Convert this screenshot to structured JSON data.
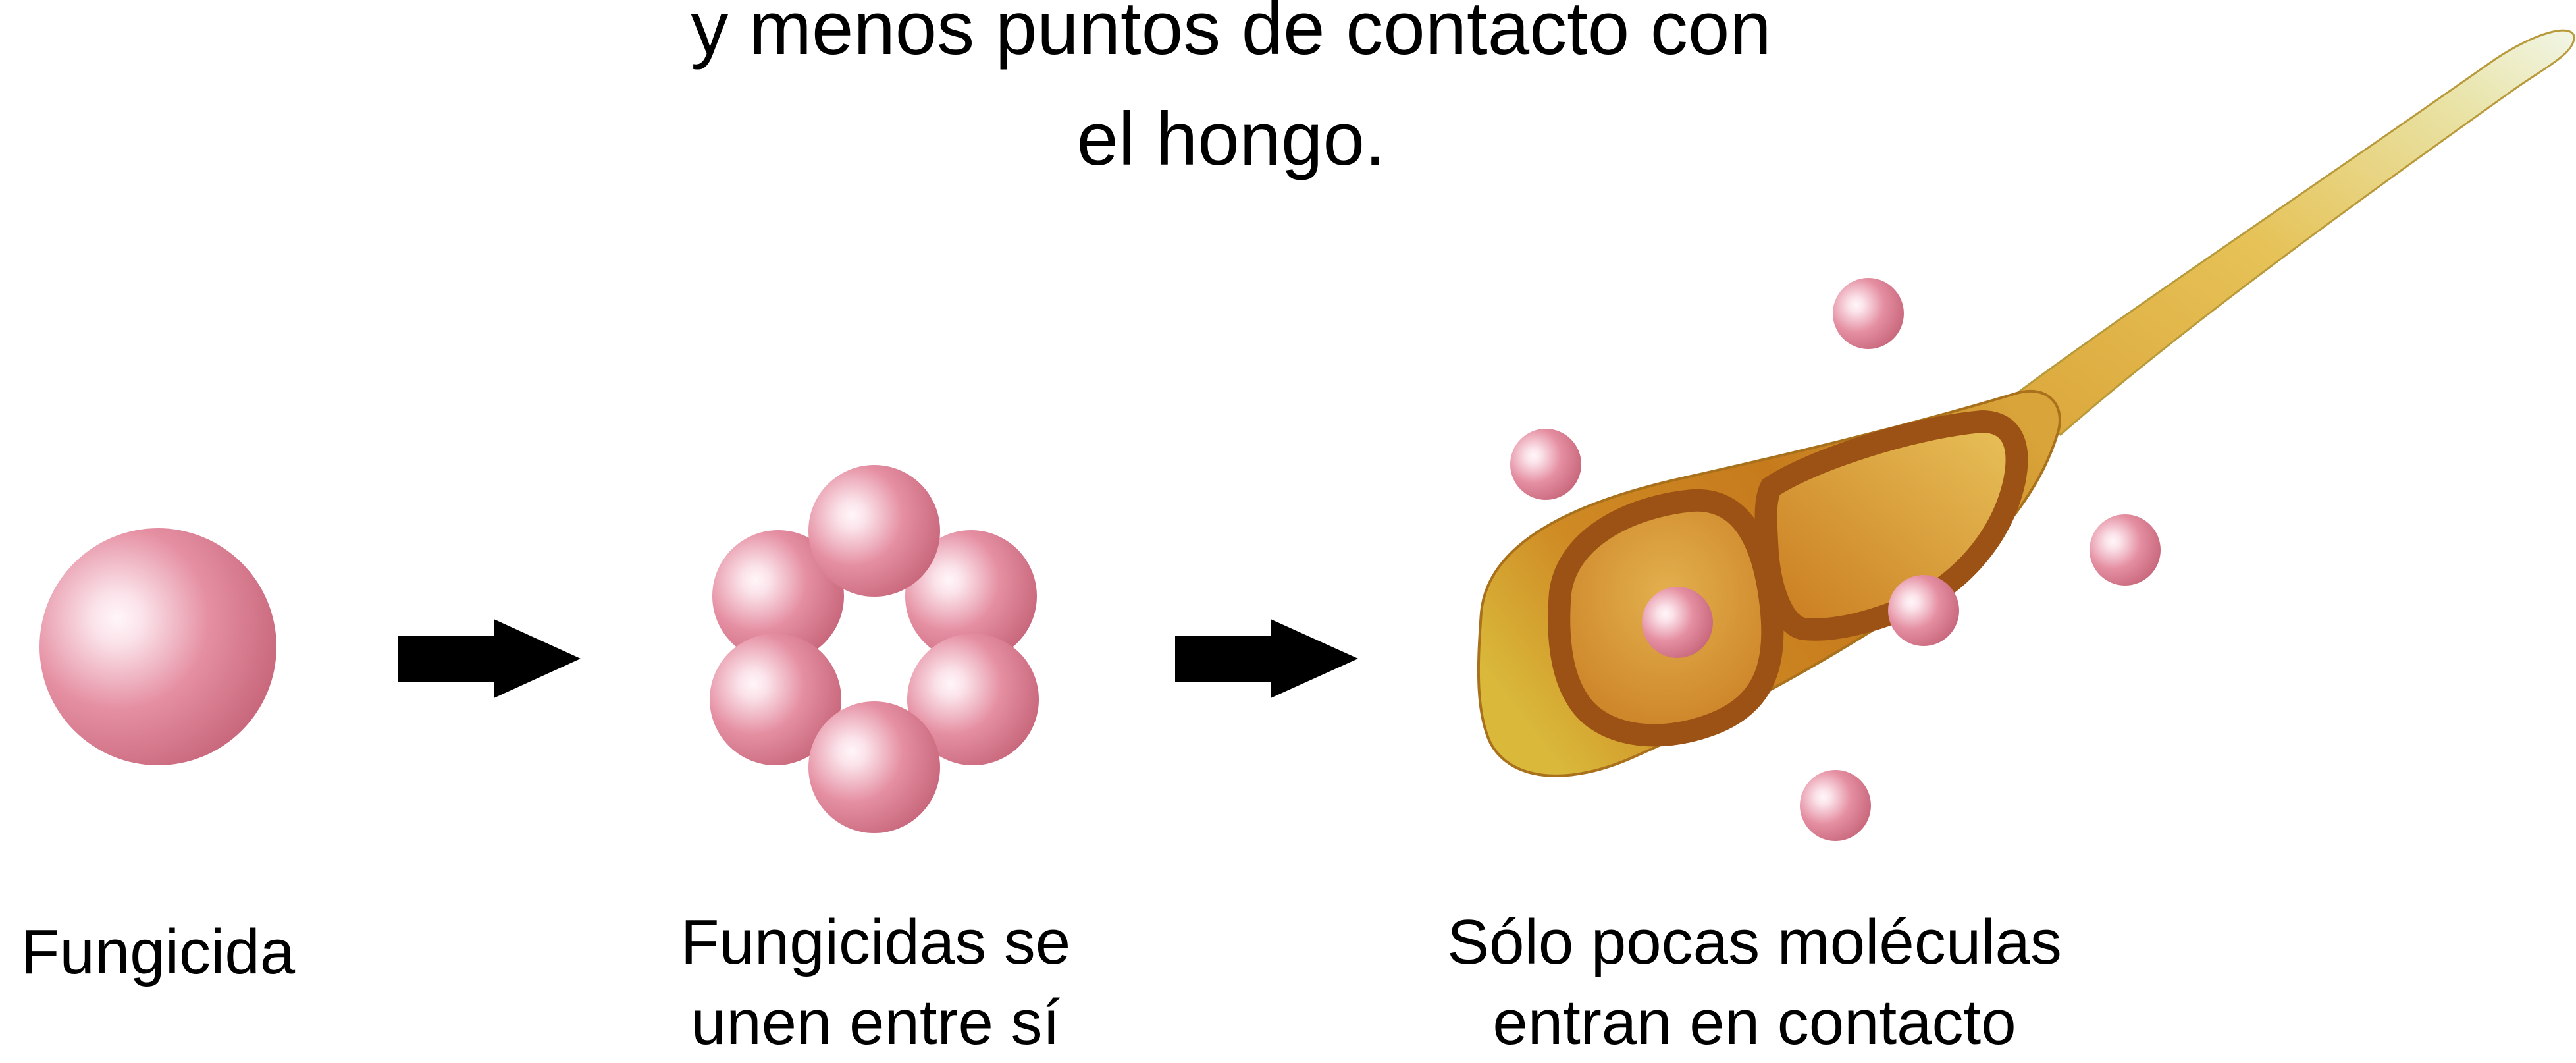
{
  "heading": {
    "line1": "y menos puntos de contacto con",
    "line2": "el hongo."
  },
  "captions": {
    "single": "Fungicida",
    "aggregate_line1": "Fungicidas se",
    "aggregate_line2": "unen entre sí",
    "contact_line1": "Sólo pocas moléculas",
    "contact_line2": "entran en contacto"
  },
  "colors": {
    "molecule_light": "#fbe8ee",
    "molecule_mid": "#e08a9c",
    "molecule_dark": "#c9697d",
    "arrow": "#000000",
    "spore_outer": "#c9861c",
    "spore_inner": "#d99a35",
    "spore_wall": "#9c5214",
    "hypha_base": "#e2b33f",
    "hypha_tip": "#eef5dc"
  },
  "icons": {
    "arrow_1": "right-arrow-icon",
    "arrow_2": "right-arrow-icon"
  }
}
